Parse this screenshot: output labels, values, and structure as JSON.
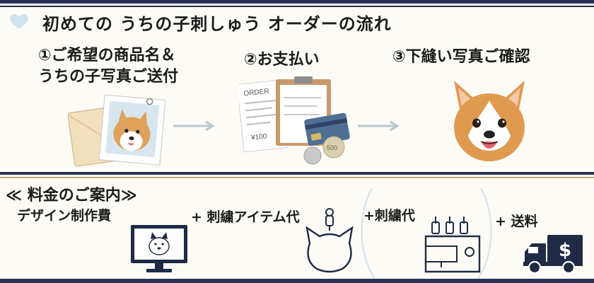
{
  "header": {
    "title": "初めての うちの子刺しゅう オーダーの流れ",
    "heart_icon": "heart-icon"
  },
  "steps": [
    {
      "label_line1": "①ご希望の商品名＆",
      "label_line2": "うちの子写真ご送付",
      "illustration": "envelope-photo-illustration"
    },
    {
      "label_line1": "②お支払い",
      "illustration": "order-payment-illustration",
      "order_text": "ORDER",
      "price_text": "¥100",
      "coin_text": "500"
    },
    {
      "label_line1": "③下縫い写真ご確認",
      "illustration": "corgi-embroidery-illustration"
    }
  ],
  "fees": {
    "title": "≪ 料金のご案内≫",
    "items": [
      {
        "label": "デザイン制作費",
        "icon": "monitor-corgi-icon"
      },
      {
        "label": "+ 刺繍アイテム代",
        "icon": "cat-keychain-icon"
      },
      {
        "label": "+刺繍代",
        "icon": "embroidery-machine-icon"
      },
      {
        "label": "+ 送料",
        "icon": "delivery-truck-icon"
      }
    ]
  },
  "colors": {
    "navy": "#2a3154",
    "gold": "#c9a56b",
    "background": "#fdfbf6",
    "arrow": "#b8c9cf",
    "heart": "#cfe3ee"
  }
}
